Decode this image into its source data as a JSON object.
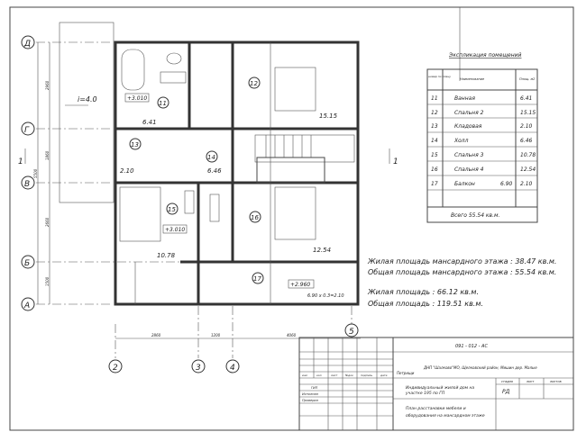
{
  "axes": {
    "rows": [
      "Д",
      "Г",
      "В",
      "Б",
      "А"
    ],
    "cols": [
      "2",
      "3",
      "4",
      "5"
    ]
  },
  "plan": {
    "slope": "i=4.0",
    "section_mark": "1",
    "rooms": [
      {
        "num": "11",
        "area": "6.41"
      },
      {
        "num": "12",
        "area": "15.15"
      },
      {
        "num": "13",
        "area": "2.10"
      },
      {
        "num": "14",
        "area": "6.46"
      },
      {
        "num": "15",
        "area": "10.78"
      },
      {
        "num": "16",
        "area": "12.54"
      },
      {
        "num": "17",
        "area": "6.90 x 0.3=2.10"
      }
    ],
    "levels": [
      "+3.010",
      "+3.010",
      "+2.960"
    ],
    "dims_vertical": [
      "2960",
      "1860",
      "5500",
      "2660",
      "1500"
    ],
    "dims_horizontal": [
      "2860",
      "1200",
      "4060"
    ]
  },
  "explication": {
    "title": "Экспликация помещений",
    "headers": [
      "номер по плану",
      "Наименование",
      "Площ. м2"
    ],
    "rows": [
      {
        "n": "11",
        "name": "Ванная",
        "area": "6.41"
      },
      {
        "n": "12",
        "name": "Спальня 2",
        "area": "15.15"
      },
      {
        "n": "13",
        "name": "Кладовая",
        "area": "2.10"
      },
      {
        "n": "14",
        "name": "Холл",
        "area": "6.46"
      },
      {
        "n": "15",
        "name": "Спальня 3",
        "area": "10.78"
      },
      {
        "n": "16",
        "name": "Спальня 4",
        "area": "12.54"
      },
      {
        "n": "17",
        "name": "Балкон",
        "extra": "6.90",
        "area": "2.10"
      }
    ],
    "total": "Всего 55.54 кв.м."
  },
  "notes": [
    "Жилая площадь мансардного этажа : 38.47 кв.м.",
    "Общая площадь мансардного этажа : 55.54 кв.м.",
    "Жилая площадь : 66.12 кв.м.",
    "Общая площадь : 119.51 кв.м."
  ],
  "title_block": {
    "code": "091 - 012 - АС",
    "org": "ДНП \"Шалковo\"МО, Щелковский район, Мишин дер. Малые",
    "org2": "Петрищи",
    "cols": [
      "изм",
      "кол",
      "лист",
      "№док",
      "подпись",
      "дата"
    ],
    "roles": [
      "ГИП",
      "Исполнил",
      "Проверил"
    ],
    "object": "Индивидуальный жилой дом на",
    "object2": "участке 195 по ГП",
    "stage_h": "стадия",
    "sheet_h": "лист",
    "sheets_h": "листов",
    "stage": "РД",
    "sheet_title": "План расстановки мебели и",
    "sheet_title2": "оборудования на мансардном этаже"
  }
}
